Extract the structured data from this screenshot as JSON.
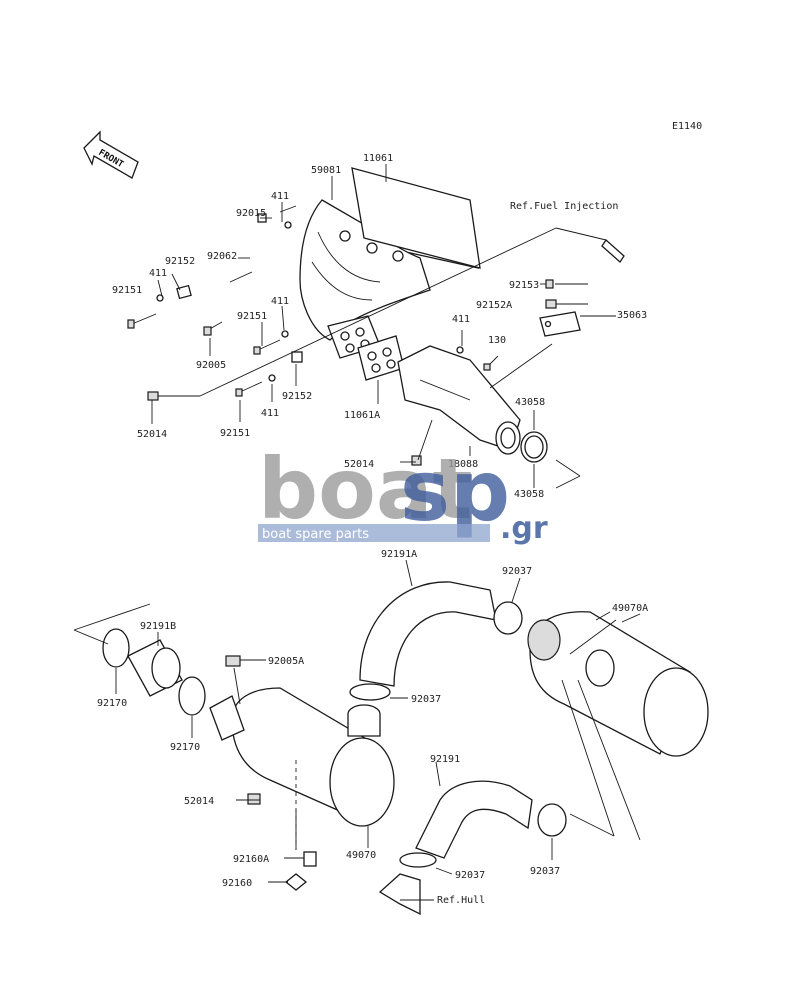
{
  "diagram_code": "E1140",
  "front_label": "FRONT",
  "references": {
    "fuel_injection": "Ref.Fuel Injection",
    "hull": "Ref.Hull"
  },
  "watermark": {
    "boat": "boat",
    "sp": "sp",
    "gr": ".gr",
    "tagline": "boat spare parts"
  },
  "part_labels": {
    "p11061": "11061",
    "p59081": "59081",
    "p411_a": "411",
    "p92015": "92015",
    "p92062": "92062",
    "p92152_a": "92152",
    "p411_b": "411",
    "p92151_a": "92151",
    "p411_c": "411",
    "p92151_b": "92151",
    "p92005": "92005",
    "p52014_a": "52014",
    "p92151_c": "92151",
    "p411_d": "411",
    "p92152_b": "92152",
    "p11061A": "11061A",
    "p411_e": "411",
    "p130": "130",
    "p92153": "92153",
    "p92152A": "92152A",
    "p35063": "35063",
    "p43058_a": "43058",
    "p43058_b": "43058",
    "p18088": "18088",
    "p52014_b": "52014",
    "p92191A": "92191A",
    "p92037_a": "92037",
    "p49070A": "49070A",
    "p92191B": "92191B",
    "p92005A": "92005A",
    "p92170_a": "92170",
    "p92037_b": "92037",
    "p92170_b": "92170",
    "p52014_c": "52014",
    "p92191": "92191",
    "p49070": "49070",
    "p92160A": "92160A",
    "p92037_c": "92037",
    "p92037_d": "92037",
    "p92160": "92160"
  }
}
